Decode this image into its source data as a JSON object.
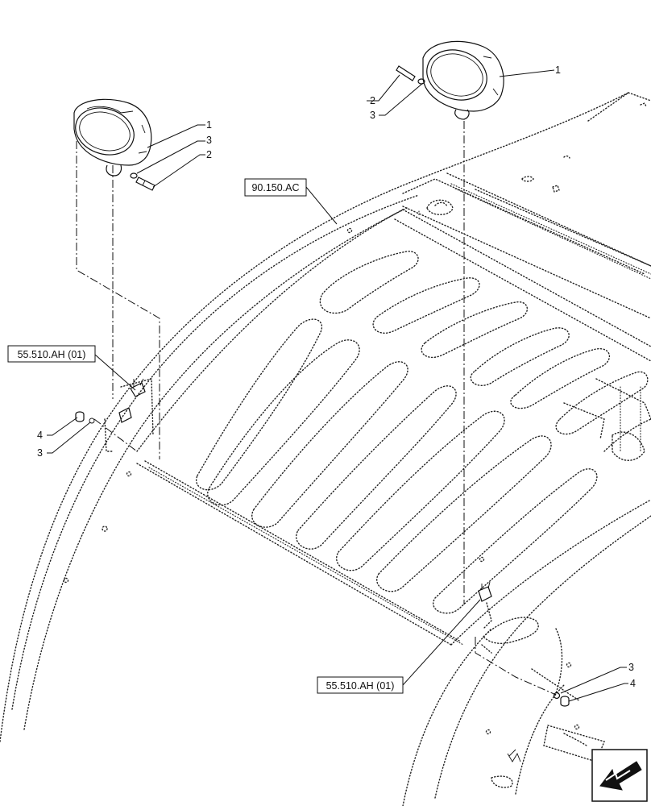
{
  "references": {
    "ref_roof": "90.150.AC",
    "ref_left_connector": "55.510.AH (01)",
    "ref_right_connector": "55.510.AH (01)"
  },
  "callouts": {
    "right_lamp_1": "1",
    "right_lamp_2": "2",
    "right_lamp_3": "3",
    "left_lamp_1": "1",
    "left_lamp_3": "3",
    "left_lamp_2": "2",
    "left_lower_4": "4",
    "left_lower_3": "3",
    "right_lower_3": "3",
    "right_lower_4": "4"
  },
  "nav_icon": "arrow-icon"
}
